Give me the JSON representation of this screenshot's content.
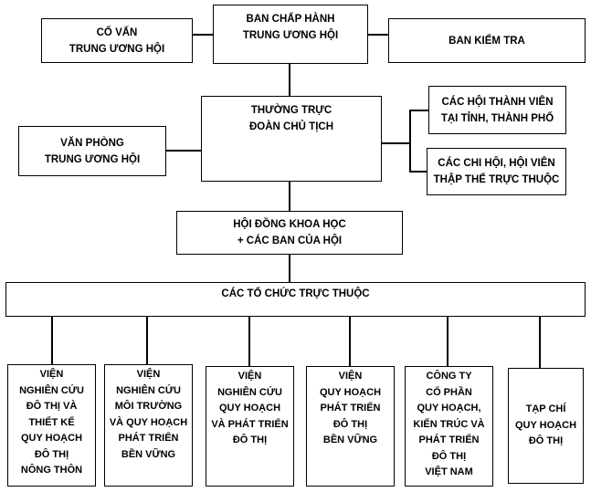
{
  "nodes": {
    "advisor": [
      "CỐ VẤN",
      "TRUNG ƯƠNG HỘI"
    ],
    "executive": [
      "BAN CHẤP HÀNH",
      "TRUNG ƯƠNG HỘI"
    ],
    "inspection": [
      "BAN KIỂM TRA"
    ],
    "standing": [
      "THƯỜNG TRỰC",
      "ĐOÀN CHỦ TỊCH"
    ],
    "office": [
      "VĂN PHÒNG",
      "TRUNG ƯƠNG HỘI"
    ],
    "member_assoc": [
      "CÁC HỘI THÀNH VIÊN",
      "TẠI TỈNH, THÀNH PHỐ"
    ],
    "branches": [
      "CÁC CHI HỘI, HỘI VIÊN",
      "THẬP THỂ TRỰC THUỘC"
    ],
    "council": [
      "HỘI ĐỒNG KHOA HỌC",
      "+ CÁC BAN CỦA HỘI"
    ],
    "affiliates": [
      "CÁC TỔ CHỨC TRỰC THUỘC"
    ],
    "units": [
      [
        "VIỆN",
        "NGHIÊN CỨU",
        "ĐÔ THỊ VÀ",
        "THIẾT KẾ",
        "QUY HOẠCH",
        "ĐÔ THỊ",
        "NÔNG THÔN"
      ],
      [
        "VIỆN",
        "NGHIÊN CỨU",
        "MÔI TRƯỜNG",
        "VÀ QUY HOẠCH",
        "PHÁT TRIỂN",
        "BỀN VỮNG"
      ],
      [
        "VIỆN",
        "NGHIÊN CỨU",
        "QUY HOẠCH",
        "VÀ PHÁT TRIỂN",
        "ĐÔ THỊ"
      ],
      [
        "VIỆN",
        "QUY HOẠCH",
        "PHÁT TRIỂN",
        "ĐÔ THỊ",
        "BỀN VỮNG"
      ],
      [
        "CÔNG TY",
        "CỔ PHẦN",
        "QUY HOẠCH,",
        "KIẾN TRÚC VÀ",
        "PHÁT TRIỂN",
        "ĐÔ THỊ",
        "VIỆT NAM"
      ],
      [
        "TẠP CHÍ",
        "QUY HOẠCH",
        "ĐÔ THỊ"
      ]
    ]
  }
}
